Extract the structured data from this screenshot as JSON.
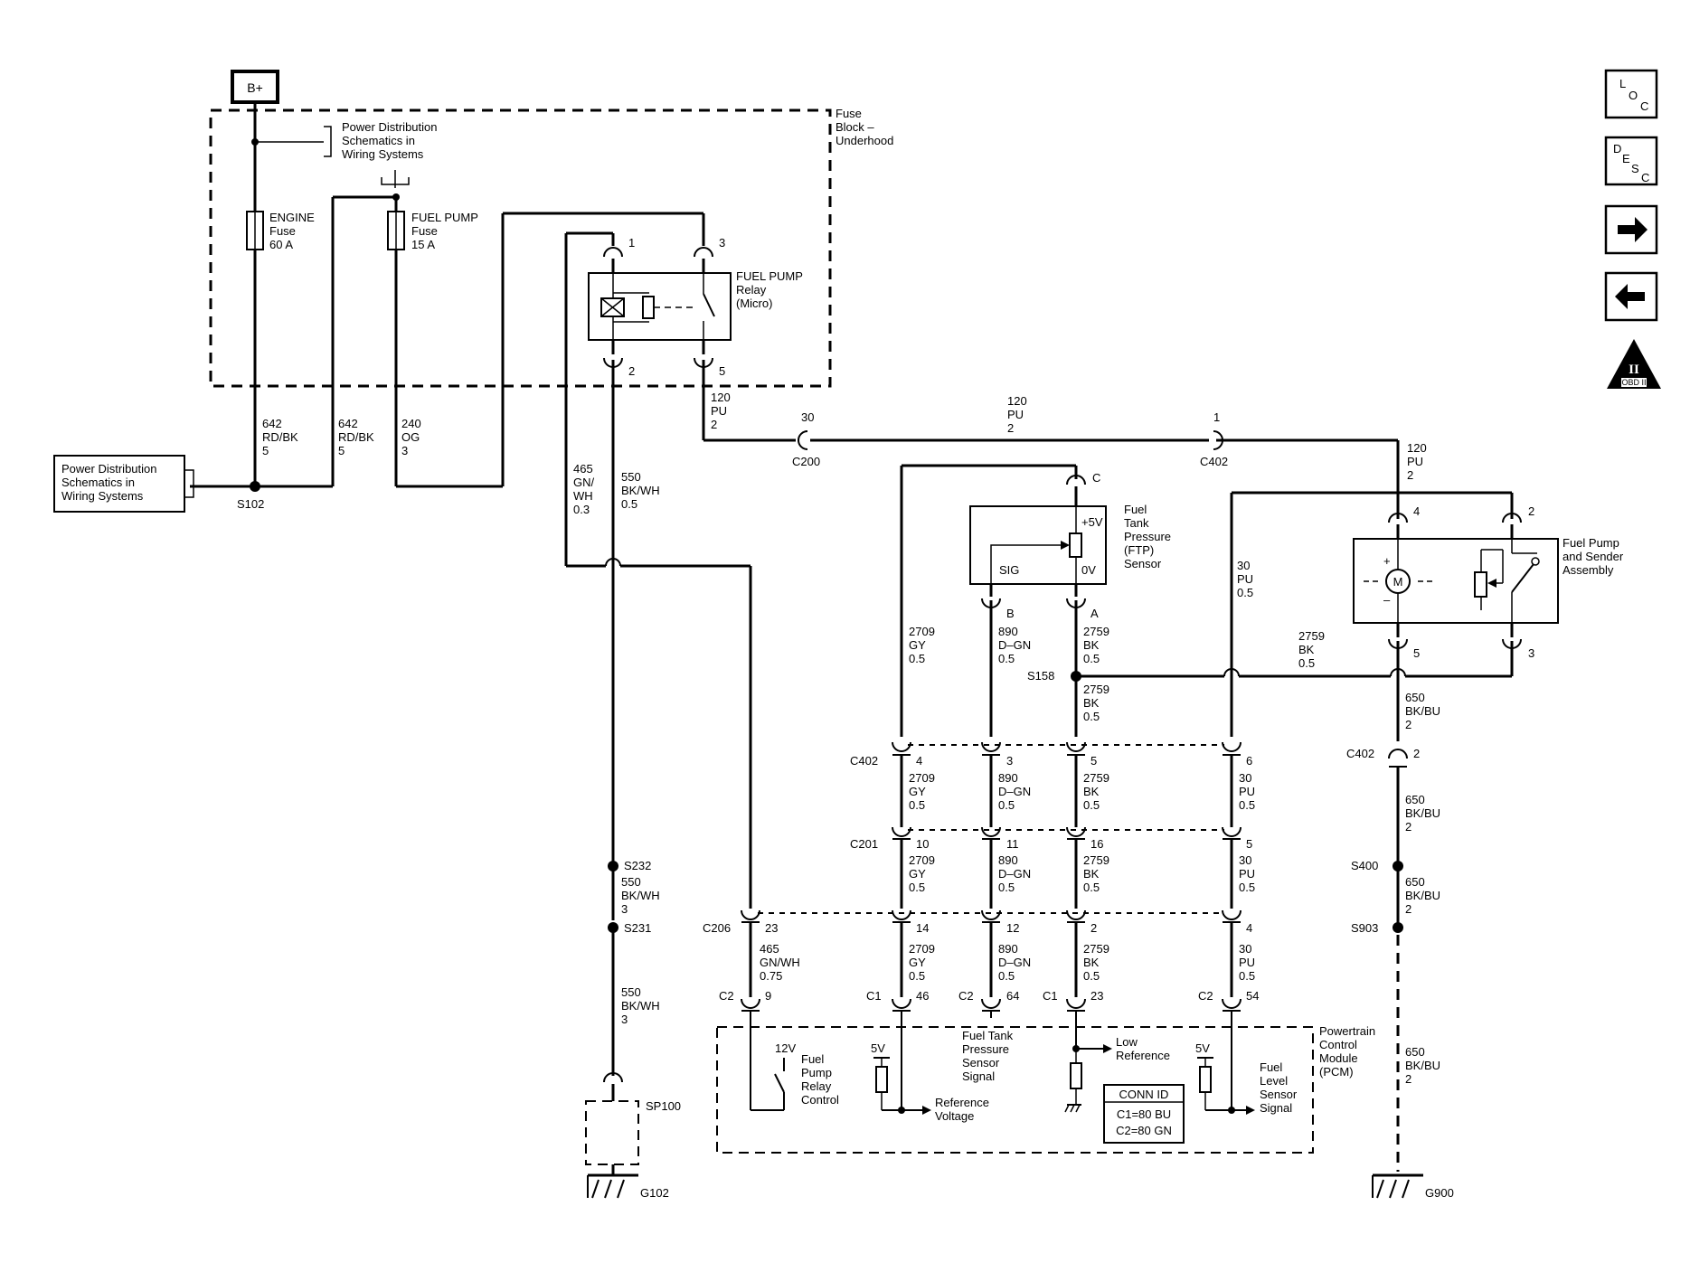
{
  "power": {
    "bplus": "B+"
  },
  "fuse_block": {
    "name_lines": [
      "Fuse",
      "Block –",
      "Underhood"
    ]
  },
  "refs": {
    "power_dist_top": [
      "Power Distribution",
      "Schematics in",
      "Wiring Systems"
    ],
    "power_dist_left": [
      "Power Distribution",
      "Schematics in",
      "Wiring Systems"
    ]
  },
  "fuses": [
    {
      "lines": [
        "ENGINE",
        "Fuse",
        "60 A"
      ]
    },
    {
      "lines": [
        "FUEL PUMP",
        "Fuse",
        "15 A"
      ]
    }
  ],
  "relay": {
    "lines": [
      "FUEL PUMP",
      "Relay",
      "(Micro)"
    ],
    "pins": [
      "1",
      "3",
      "2",
      "5"
    ]
  },
  "splices": {
    "s102": "S102",
    "s158": "S158",
    "s232": "S232",
    "s231": "S231",
    "s400": "S400",
    "s903": "S903"
  },
  "wires": {
    "w642a": [
      "642",
      "RD/BK",
      "5"
    ],
    "w642b": [
      "642",
      "RD/BK",
      "5"
    ],
    "w240": [
      "240",
      "OG",
      "3"
    ],
    "w465a": [
      "465",
      "GN/",
      "WH",
      "0.3"
    ],
    "w550a": [
      "550",
      "BK/WH",
      "0.5"
    ],
    "w120a": [
      "120",
      "PU",
      "2"
    ],
    "w120b": [
      "120",
      "PU",
      "2"
    ],
    "w120c": [
      "120",
      "PU",
      "2"
    ],
    "w2709a": [
      "2709",
      "GY",
      "0.5"
    ],
    "w890a": [
      "890",
      "D–GN",
      "0.5"
    ],
    "w2759a": [
      "2759",
      "BK",
      "0.5"
    ],
    "w2759b": [
      "2759",
      "BK",
      "0.5"
    ],
    "w2759c": [
      "2759",
      "BK",
      "0.5"
    ],
    "w30a": [
      "30",
      "PU",
      "0.5"
    ],
    "w650a": [
      "650",
      "BK/BU",
      "2"
    ],
    "w2709b": [
      "2709",
      "GY",
      "0.5"
    ],
    "w890b": [
      "890",
      "D–GN",
      "0.5"
    ],
    "w2759d": [
      "2759",
      "BK",
      "0.5"
    ],
    "w30b": [
      "30",
      "PU",
      "0.5"
    ],
    "w650b": [
      "650",
      "BK/BU",
      "2"
    ],
    "w2709c": [
      "2709",
      "GY",
      "0.5"
    ],
    "w890c": [
      "890",
      "D–GN",
      "0.5"
    ],
    "w2759e": [
      "2759",
      "BK",
      "0.5"
    ],
    "w30c": [
      "30",
      "PU",
      "0.5"
    ],
    "w650c": [
      "650",
      "BK/BU",
      "2"
    ],
    "w550b": [
      "550",
      "BK/WH",
      "3"
    ],
    "w550c": [
      "550",
      "BK/WH",
      "3"
    ],
    "w465b": [
      "465",
      "GN/WH",
      "0.75"
    ],
    "w2709d": [
      "2709",
      "GY",
      "0.5"
    ],
    "w890d": [
      "890",
      "D–GN",
      "0.5"
    ],
    "w2759f": [
      "2759",
      "BK",
      "0.5"
    ],
    "w30d": [
      "30",
      "PU",
      "0.5"
    ],
    "w650d": [
      "650",
      "BK/BU",
      "2"
    ]
  },
  "connectors": {
    "c200": "C200",
    "c200_pin": "30",
    "c402_top": "C402",
    "c402_top_pin": "1",
    "c402_mid": "C402",
    "c402_mid_pins": [
      "4",
      "3",
      "5",
      "6"
    ],
    "c201": "C201",
    "c201_pins": [
      "10",
      "11",
      "16",
      "5"
    ],
    "c206": "C206",
    "c206_pins": [
      "23",
      "14",
      "12",
      "2",
      "4"
    ],
    "c402_right": "C402",
    "c402_right_pin": "2",
    "pcm_conn": [
      "C2",
      "9",
      "C1",
      "46",
      "C2",
      "64",
      "C1",
      "23",
      "C2",
      "54"
    ]
  },
  "ftp_sensor": {
    "lines": [
      "Fuel",
      "Tank",
      "Pressure",
      "(FTP)",
      "Sensor"
    ],
    "pins": [
      "C",
      "B",
      "A"
    ],
    "labels": [
      "+5V",
      "SIG",
      "0V"
    ]
  },
  "pump_assembly": {
    "lines": [
      "Fuel Pump",
      "and Sender",
      "Assembly"
    ],
    "pins": [
      "4",
      "2",
      "5",
      "3"
    ],
    "motor": "M"
  },
  "pcm": {
    "lines": [
      "Powertrain",
      "Control",
      "Module",
      "(PCM)"
    ],
    "relay_ctrl": [
      "Fuel",
      "Pump",
      "Relay",
      "Control"
    ],
    "v12": "12V",
    "v5a": "5V",
    "ref_voltage": [
      "Reference",
      "Voltage"
    ],
    "ftp_signal": [
      "Fuel Tank",
      "Pressure",
      "Sensor",
      "Signal"
    ],
    "low_ref": [
      "Low",
      "Reference"
    ],
    "v5b": "5V",
    "fuel_level": [
      "Fuel",
      "Level",
      "Sensor",
      "Signal"
    ],
    "conn_id": [
      "CONN ID",
      "C1=80 BU",
      "C2=80 GN"
    ]
  },
  "grounds": {
    "sp100": "SP100",
    "g102": "G102",
    "g900": "G900"
  },
  "nav": {
    "loc": [
      "L",
      "O",
      "C"
    ],
    "desc": [
      "D",
      "E",
      "S",
      "C"
    ],
    "obd": "OBD II",
    "obd_numeral": "II"
  },
  "colors": {
    "ink": "#000000",
    "background": "#ffffff"
  }
}
